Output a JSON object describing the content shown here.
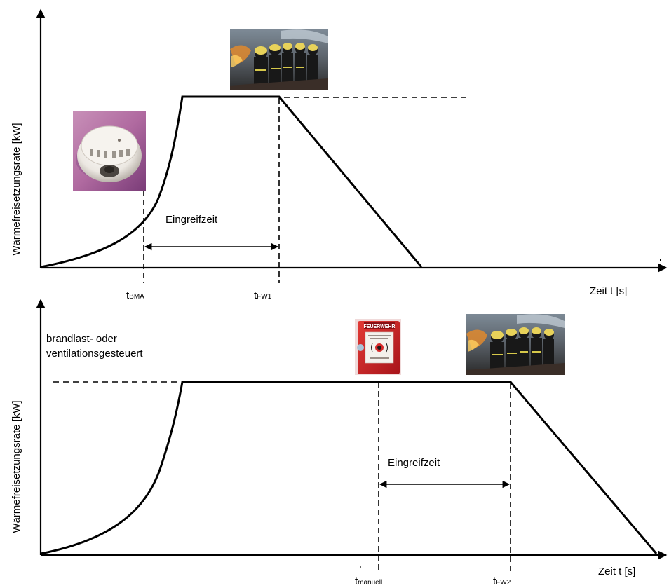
{
  "top_panel": {
    "y_axis_label": "Wärmefreisetzungsrate [kW]",
    "x_axis_label": "Zeit t [s]",
    "span_label": "Eingreifzeit",
    "tick_1": {
      "main": "t",
      "sub": "BMA"
    },
    "tick_2": {
      "main": "t",
      "sub": "FW1"
    },
    "photo_1": {
      "icon": "smoke-detector-photo"
    },
    "photo_2": {
      "icon": "firefighters-photo"
    }
  },
  "bottom_panel": {
    "y_axis_label": "Wärmefreisetzungsrate [kW]",
    "x_axis_label": "Zeit t [s]",
    "span_label": "Eingreifzeit",
    "note_line_1": "brandlast- oder",
    "note_line_2": "ventilationsgesteuert",
    "tick_1": {
      "main": "t",
      "sub": "manuell"
    },
    "tick_2": {
      "main": "t",
      "sub": "FW2"
    },
    "call_point": {
      "icon": "manual-call-point-photo",
      "header": "FEUERWEHR"
    },
    "photo_2": {
      "icon": "firefighters-photo"
    }
  }
}
